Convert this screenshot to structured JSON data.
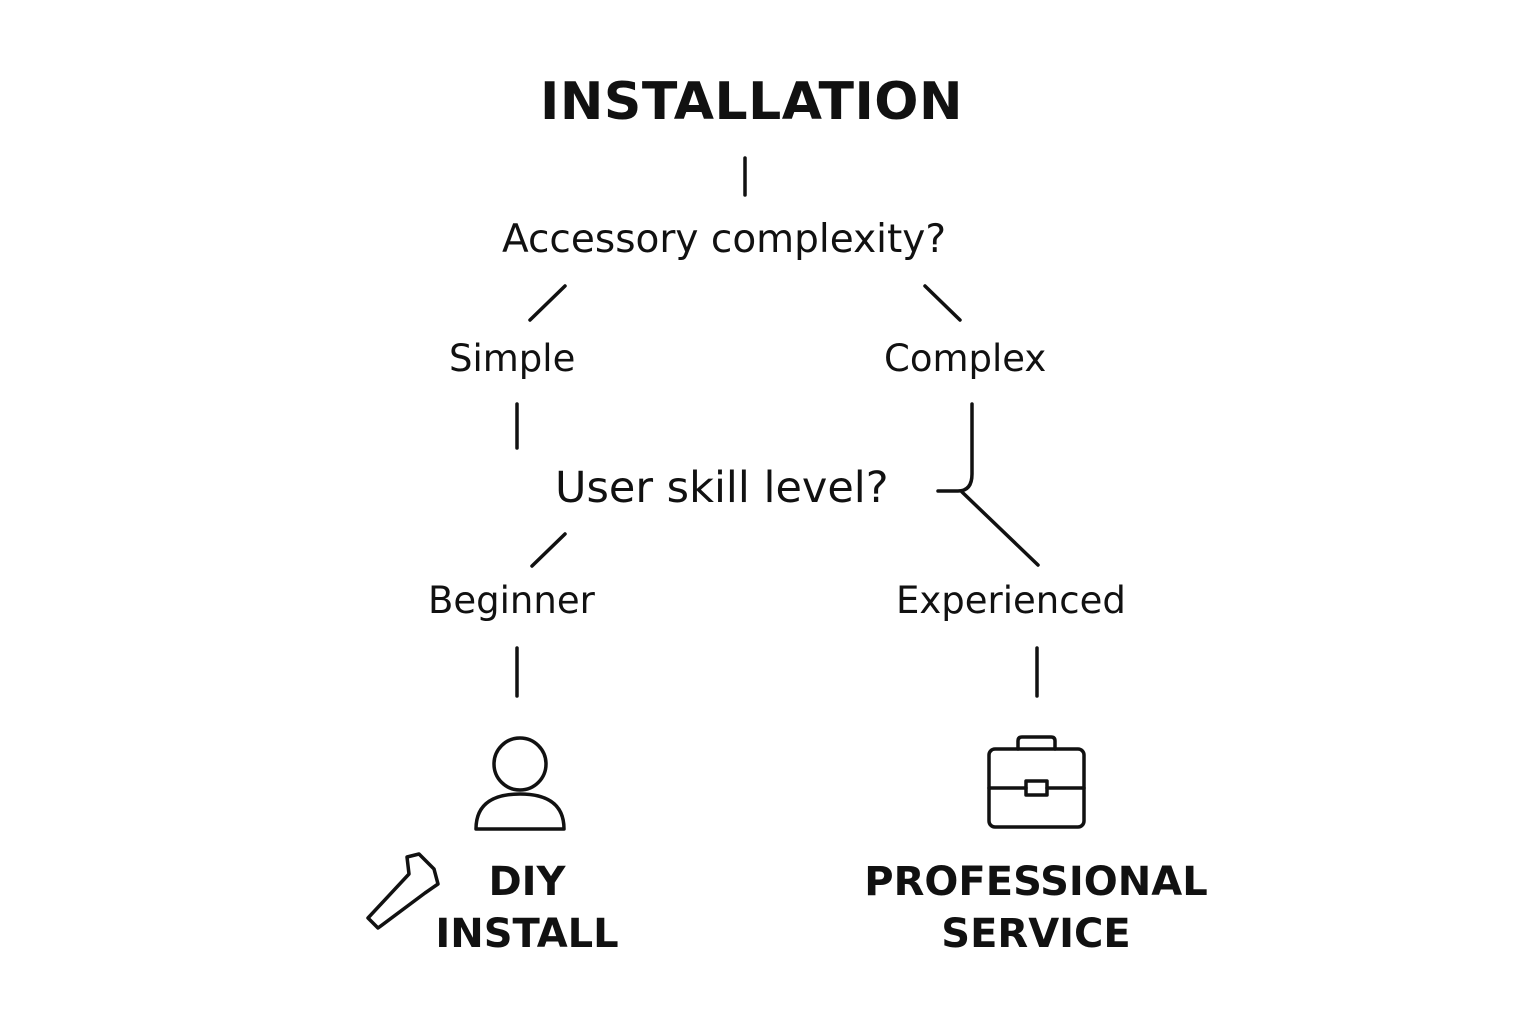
{
  "diagram": {
    "title": "INSTALLATION",
    "question_1": "Accessory complexity?",
    "option_simple": "Simple",
    "option_complex": "Complex",
    "question_2": "User skill level?",
    "option_beginner": "Beginner",
    "option_experienced": "Experienced",
    "outcome_diy": {
      "line1": "DIY",
      "line2": "INSTALL"
    },
    "outcome_pro": {
      "line1": "PROFESSIONAL",
      "line2": "SERVICE"
    }
  },
  "icons": {
    "diy": [
      "person-icon",
      "wrench-icon"
    ],
    "pro": [
      "briefcase-icon"
    ]
  },
  "colors": {
    "ink": "#111111",
    "background": "#ffffff"
  }
}
